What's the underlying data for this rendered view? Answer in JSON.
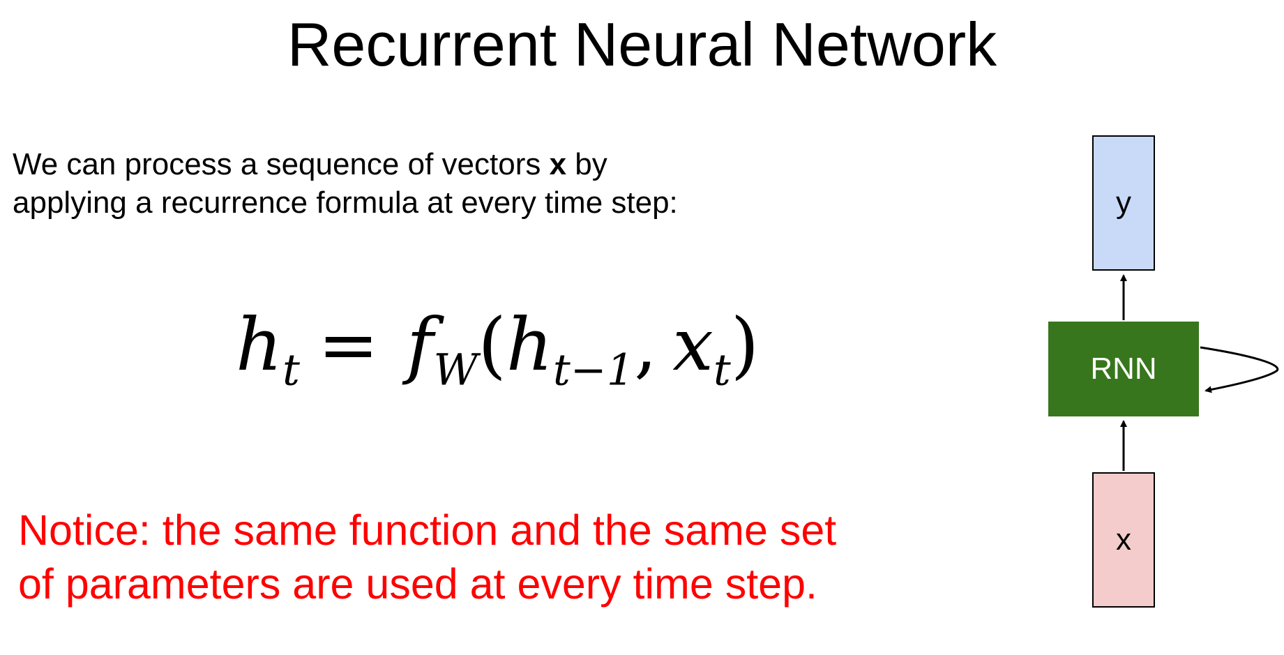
{
  "title": "Recurrent Neural Network",
  "intro": {
    "line1_before": "We can process a sequence of vectors ",
    "line1_bold": "x",
    "line1_after": " by",
    "line2": "applying a recurrence formula at every time step:"
  },
  "formula": {
    "lhs": "h",
    "lhs_sub": "t",
    "equals": "=",
    "func": "f",
    "func_sub": "W",
    "open_paren": "(",
    "arg1": "h",
    "arg1_sub": "t−1",
    "comma": ",",
    "arg2": "x",
    "arg2_sub": "t",
    "close_paren": ")"
  },
  "notice": {
    "line1": "Notice: the same function and the same set",
    "line2": "of parameters are used at every time step.",
    "color": "#ff0000"
  },
  "diagram": {
    "output_label": "y",
    "cell_label": "RNN",
    "input_label": "x",
    "colors": {
      "output": "#c9daf8",
      "cell": "#38761d",
      "input": "#f4cccc"
    }
  }
}
